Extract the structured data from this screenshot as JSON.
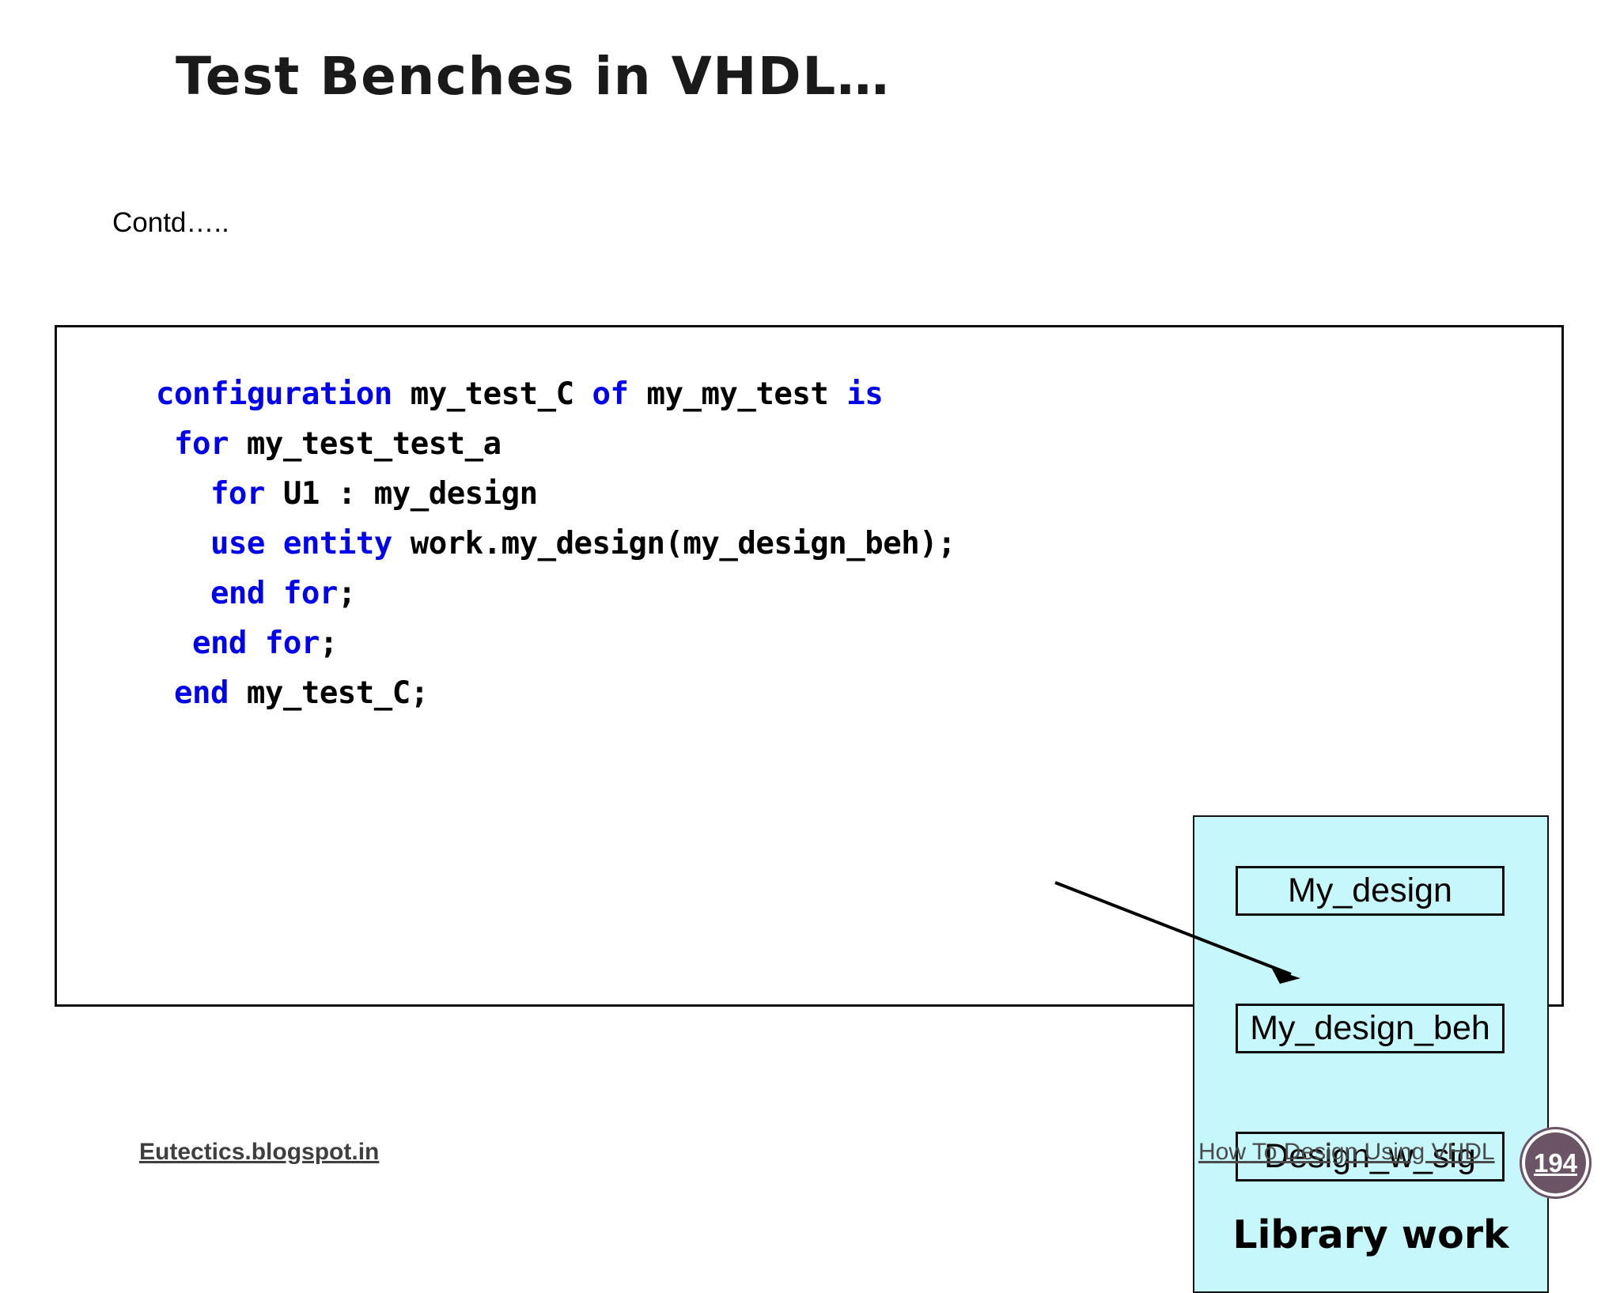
{
  "slide": {
    "title": "Test Benches in VHDL…",
    "subtitle": "Contd….."
  },
  "code": {
    "language": "VHDL",
    "keyword_color": "#0000EE",
    "text_color": "#000000",
    "lines": [
      [
        {
          "t": "configuration ",
          "k": true
        },
        {
          "t": "my_test_C ",
          "k": false
        },
        {
          "t": "of ",
          "k": true
        },
        {
          "t": "my_my_test ",
          "k": false
        },
        {
          "t": "is",
          "k": true
        }
      ],
      [
        {
          "t": " for ",
          "k": true
        },
        {
          "t": "my_test_test_a",
          "k": false
        }
      ],
      [
        {
          "t": "   for ",
          "k": true
        },
        {
          "t": "U1 : my_design",
          "k": false
        }
      ],
      [
        {
          "t": "   use entity ",
          "k": true
        },
        {
          "t": "work.my_design(my_design_beh);",
          "k": false
        }
      ],
      [
        {
          "t": "   end for",
          "k": true
        },
        {
          "t": ";",
          "k": false
        }
      ],
      [
        {
          "t": "  end for",
          "k": true
        },
        {
          "t": ";",
          "k": false
        }
      ],
      [
        {
          "t": " end ",
          "k": true
        },
        {
          "t": "my_test_C;",
          "k": false
        }
      ]
    ]
  },
  "library_panel": {
    "title": "Library work",
    "background_color": "#C6F7FB",
    "items": [
      {
        "label": "My_design"
      },
      {
        "label": "My_design_beh"
      },
      {
        "label": "Design_w_sig"
      }
    ]
  },
  "annotation": {
    "arrow_target": "My_design_beh"
  },
  "footer": {
    "left_link": "Eutectics.blogspot.in",
    "right_link": "How To Design Using VHDL",
    "page_number": "194",
    "badge_color": "#6B5466"
  }
}
